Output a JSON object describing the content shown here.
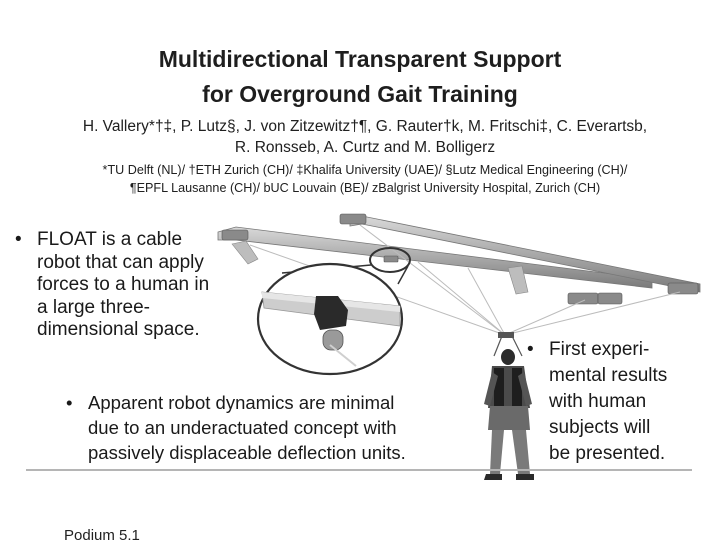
{
  "title": {
    "line1": "Multidirectional Transparent Support",
    "line2": "for Overground Gait Training"
  },
  "authors": {
    "line1": "H. Vallery*†‡, P. Lutz§, J. von Zitzewitz†¶, G. Rauter†k, M. Fritschi‡, C. Everartsb,",
    "line2": "R. Ronsseb, A. Curtz and M. Bolligerz"
  },
  "affiliations": {
    "line1": "*TU Delft (NL)/ †ETH Zurich (CH)/ ‡Khalifa University (UAE)/ §Lutz Medical Engineering (CH)/",
    "line2": "¶EPFL Lausanne (CH)/ bUC Louvain (BE)/ zBalgrist University Hospital, Zurich (CH)"
  },
  "bullets": {
    "marker": "•",
    "float": [
      "FLOAT is a cable",
      "robot that can apply",
      "forces to a human in",
      "a large three-",
      "dimensional space."
    ],
    "dynamics": [
      "Apparent robot dynamics are minimal",
      "due to an underactuated concept with",
      "passively displaceable deflection units."
    ],
    "results": [
      "First  experi-",
      "mental results",
      "with human",
      "subjects will",
      "be presented."
    ]
  },
  "footer": "Podium 5.1"
}
